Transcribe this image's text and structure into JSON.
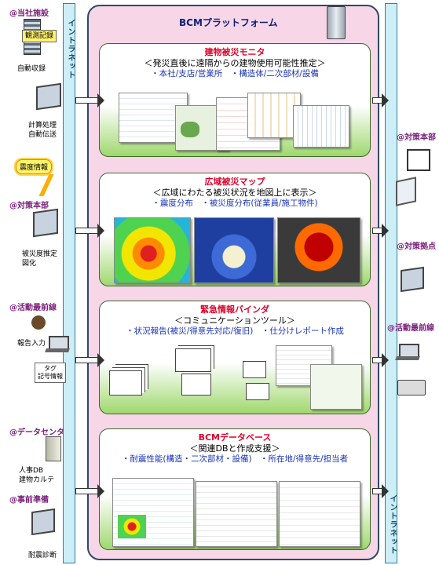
{
  "platform": {
    "title": "BCMプラットフォーム"
  },
  "intranet_label": "イントラネット",
  "left": {
    "site1": {
      "label": "@当社施設",
      "tag": "観測記録",
      "caption": "自動収録",
      "sub_caption": "計算処理\n自動伝送"
    },
    "quake_info": "震度情報",
    "site2": {
      "label": "@対策本部",
      "caption": "被災度推定\n図化"
    },
    "site3": {
      "label": "@活動最前線",
      "caption": "報告入力",
      "tag": "タグ\n記号情報"
    },
    "site4": {
      "label": "@データセンタ",
      "caption": "人事DB\n建物カルテ"
    },
    "site5": {
      "label": "@事前準備",
      "caption": "耐震診断"
    }
  },
  "right": {
    "hq": "@対策本部",
    "base": "@対策拠点",
    "front": "@活動最前線"
  },
  "panels": [
    {
      "title": "建物被災モニタ",
      "line1": "＜発災直後に遠隔からの建物使用可能性推定＞",
      "line2": "・本社/支店/営業所　・構造体/二次部材/設備"
    },
    {
      "title": "広域被災マップ",
      "line1": "＜広域にわたる被災状況を地図上に表示＞",
      "line2": "・震度分布　・被災度分布(従業員/施工物件)"
    },
    {
      "title": "緊急情報バインダ",
      "line1": "＜コミュニケーションツール＞",
      "line2": "・状況報告(被災/得意先対応/復旧)　・仕分けレポート作成"
    },
    {
      "title": "BCMデータベース",
      "line1": "＜関連DBと作成支援＞",
      "line2": "・耐震性能(構造・二次部材・設備)　・所在地/得意先/担当者"
    }
  ],
  "colors": {
    "platform_bg": "#f7d6e8",
    "panel_green": "#9fd86e",
    "title_red": "#e0002a",
    "text_blue": "#1b34b8",
    "label_purple": "#7a1f7a"
  }
}
